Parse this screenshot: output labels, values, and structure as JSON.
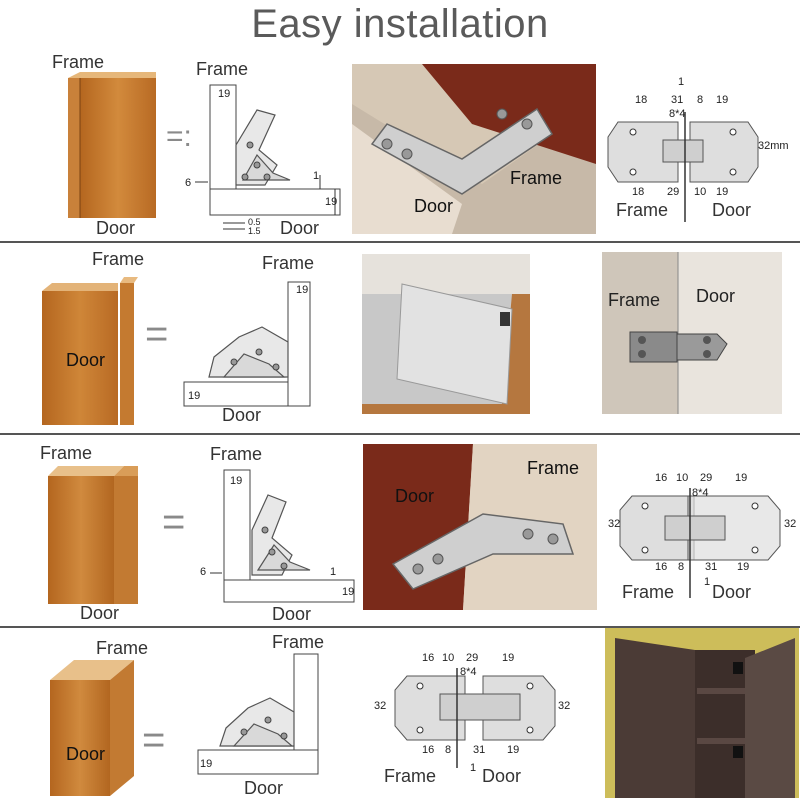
{
  "title": "Easy installation",
  "labels": {
    "frame": "Frame",
    "door": "Door",
    "eq": "=",
    "eq_alt": "=:"
  },
  "dims": {
    "d1": "1",
    "d18": "18",
    "d31": "31",
    "d8": "8",
    "d19": "19",
    "d8x4": "8*4",
    "d32mm": "32mm",
    "d32": "32",
    "d29": "29",
    "d10": "10",
    "d16": "16",
    "d6": "6",
    "d0_5": "0.5",
    "d1_5": "1.5"
  },
  "colors": {
    "wood": "#c97a2c",
    "wood_light": "#e8b070",
    "hinge_fill": "#e9e9e9",
    "hinge_stroke": "#555555",
    "plate_fill": "#dcdcdc",
    "dark_wood": "#6b2a1a",
    "cabinet": "#4a3a35"
  }
}
